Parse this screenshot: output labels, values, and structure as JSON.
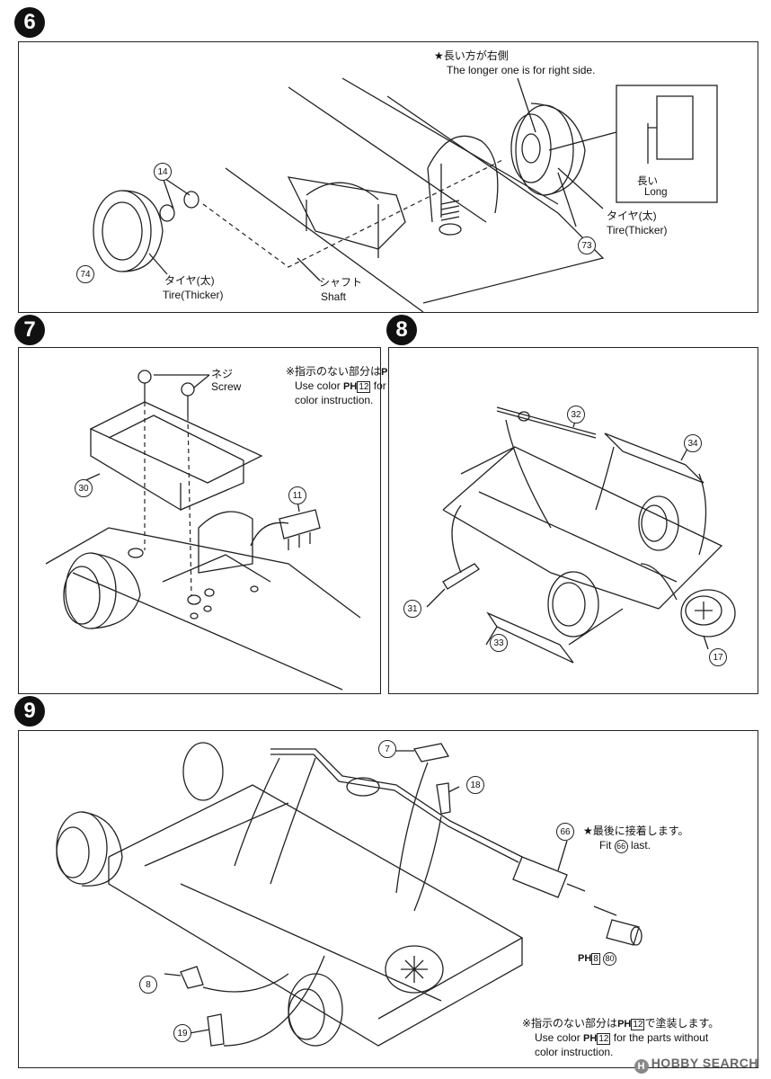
{
  "steps": {
    "s6": "6",
    "s7": "7",
    "s8": "8",
    "s9": "9"
  },
  "step6": {
    "note_jp": "★長い方が右側",
    "note_en": "The longer one is for right side.",
    "long_jp": "長い",
    "long_en": "Long",
    "tire_right_jp": "タイヤ(太)",
    "tire_right_en": "Tire(Thicker)",
    "tire_left_jp": "タイヤ(太)",
    "tire_left_en": "Tire(Thicker)",
    "shaft_jp": "シャフト",
    "shaft_en": "Shaft",
    "parts": {
      "p14": "14",
      "p73": "73",
      "p74": "74"
    }
  },
  "step7": {
    "screw_jp": "ネジ",
    "screw_en": "Screw",
    "parts": {
      "p30": "30",
      "p11": "11"
    }
  },
  "paint_note": {
    "jp_pre": "※指示のない部分は",
    "jp_post": "で塗装します。",
    "en_pre": "Use color",
    "en_post": "for the parts without",
    "en_line2": "color instruction.",
    "ph": "PH",
    "color_num": "12"
  },
  "step8": {
    "parts": {
      "p32": "32",
      "p34": "34",
      "p31": "31",
      "p33": "33",
      "p17": "17"
    }
  },
  "step9": {
    "fit_jp": "★最後に接着します。",
    "fit_en_pre": "Fit",
    "fit_en_num": "66",
    "fit_en_post": "last.",
    "ph_label": "PH",
    "ph_color": "8",
    "ph_part": "80",
    "parts": {
      "p7": "7",
      "p18": "18",
      "p66": "66",
      "p8": "8",
      "p19": "19"
    }
  },
  "footer": {
    "logo": "H",
    "text": "HOBBY SEARCH"
  }
}
